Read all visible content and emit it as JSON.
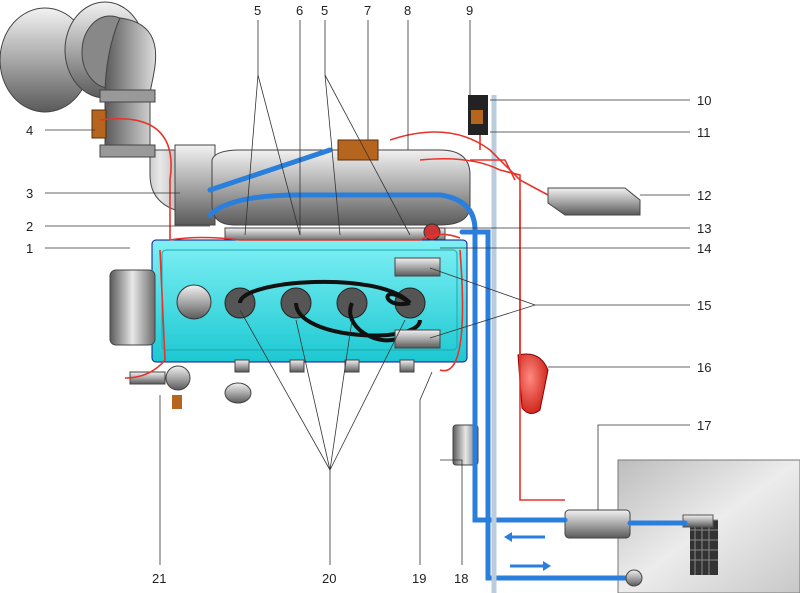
{
  "title": "Fuel injection system diagram",
  "callouts": {
    "c1": "1",
    "c2": "2",
    "c3": "3",
    "c4": "4",
    "c5a": "5",
    "c6": "6",
    "c5b": "5",
    "c7": "7",
    "c8": "8",
    "c9": "9",
    "c10": "10",
    "c11": "11",
    "c12": "12",
    "c13": "13",
    "c14": "14",
    "c15": "15",
    "c16": "16",
    "c17": "17",
    "c18": "18",
    "c19": "19",
    "c20": "20",
    "c21": "21"
  },
  "colors": {
    "fuel_line": "#2a7fdc",
    "wiring": "#e8332a",
    "cylinder_head": "#3ee0e6",
    "tank": "#d4d4d4"
  }
}
